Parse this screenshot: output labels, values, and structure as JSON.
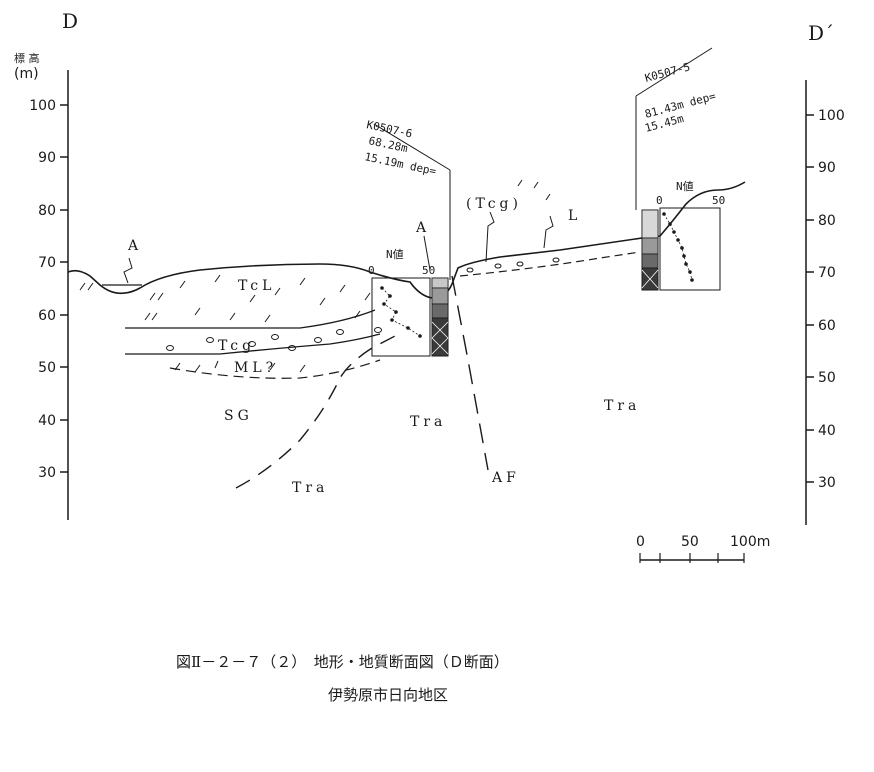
{
  "section": {
    "left_label": "D",
    "right_label": "D´",
    "elevation_axis_title": "標 高",
    "elevation_axis_unit": "(m)",
    "left_axis_ticks": [
      "100",
      "90",
      "80",
      "70",
      "60",
      "50",
      "40",
      "30"
    ],
    "right_axis_ticks": [
      "100",
      "90",
      "80",
      "70",
      "60",
      "50",
      "40",
      "30"
    ]
  },
  "units": {
    "A_left": "A",
    "A_center": "A",
    "TcL": "TcL",
    "Tcg": "Tcg",
    "ML": "ML?",
    "SG": "SG",
    "Tra_center": "Tra",
    "Tra_bottom": "Tra",
    "Tra_right": "Tra",
    "Tcg_paren": "(Tcg)",
    "L": "L",
    "AF": "AF"
  },
  "boreholes": [
    {
      "id": "K0507-6",
      "line1": "68.28m",
      "line2": "15.19m dep=",
      "n_label": "N値",
      "n_scale_min": "0",
      "n_scale_max": "50"
    },
    {
      "id": "K0507-5",
      "line1": "81.43m dep=",
      "line2": "15.45m",
      "n_label": "N値",
      "n_scale_min": "0",
      "n_scale_max": "50"
    }
  ],
  "scale_bar": {
    "labels": [
      "0",
      "50",
      "100m"
    ]
  },
  "caption": {
    "line1": "図Ⅱ－２－７（２）　地形・地質断面図（Ｄ断面）",
    "line2": "伊勢原市日向地区"
  }
}
